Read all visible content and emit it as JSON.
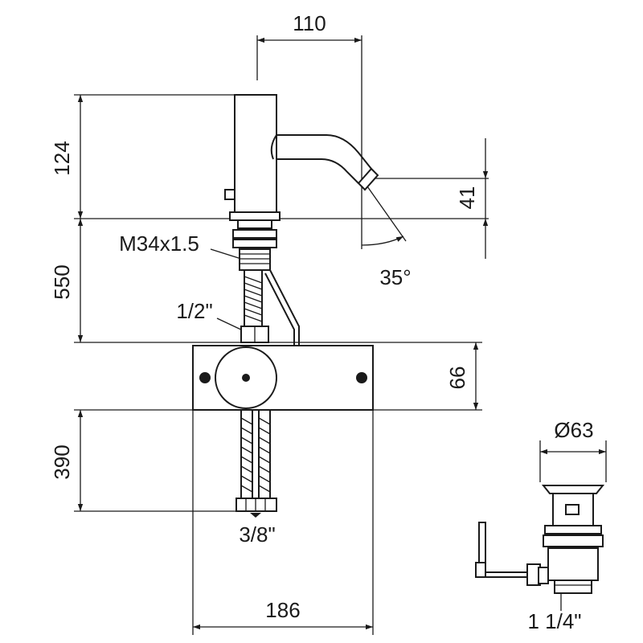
{
  "dimensions": {
    "spout_reach": "110",
    "body_height": "124",
    "spout_height": "41",
    "swivel_angle": "35°",
    "thread": "M34x1.5",
    "hose_length": "550",
    "hose_connection": "1/2\"",
    "valve_box_height": "66",
    "outlet_hose_length": "390",
    "outlet_connection": "3/8\"",
    "valve_box_width": "186",
    "waste_diameter": "Ø63",
    "waste_thread": "1 1/4\""
  },
  "colors": {
    "line": "#1a1a1a",
    "background": "#ffffff"
  }
}
